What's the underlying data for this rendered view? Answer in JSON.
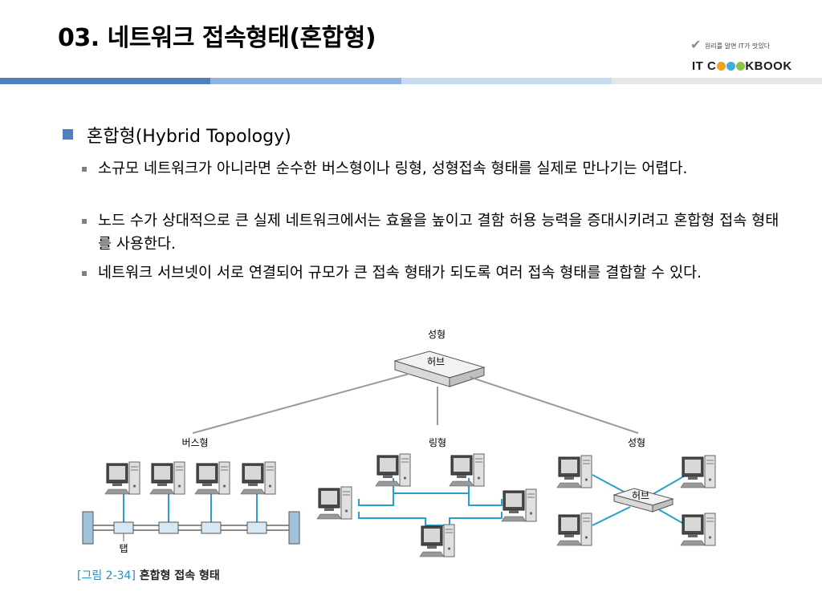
{
  "title": "03. 네트워크 접속형태(혼합형)",
  "logo": {
    "tagline": "원리를 알면 IT가 맛있다",
    "brand_prefix": "IT C",
    "brand_suffix": "KBOOK"
  },
  "colors": {
    "accent": "#4f81bd",
    "bar_dark": "#4f81bd",
    "bar_light": "#c5d9f1",
    "link": "#2a9fc9"
  },
  "bullet": {
    "heading": "혼합형(Hybrid Topology)",
    "items": [
      "소규모 네트워크가 아니라면 순수한 버스형이나 링형, 성형접속 형태를 실제로 만나기는 어렵다.",
      "노드 수가 상대적으로 큰 실제 네트워크에서는 효율을 높이고 결함 허용 능력을 증대시키려고 혼합형 접속 형태를 사용한다.",
      "네트워크 서브넷이 서로 연결되어 규모가 큰 접속 형태가 되도록 여러 접속 형태를 결합할 수 있다."
    ]
  },
  "diagram": {
    "top_label": "성형",
    "hub_label": "허브",
    "bus_label": "버스형",
    "ring_label": "링형",
    "star_label": "성형",
    "star_hub_label": "허브",
    "tap_label": "탭"
  },
  "caption": {
    "number": "[그림 2-34]",
    "text": "혼합형 접속 형태"
  }
}
